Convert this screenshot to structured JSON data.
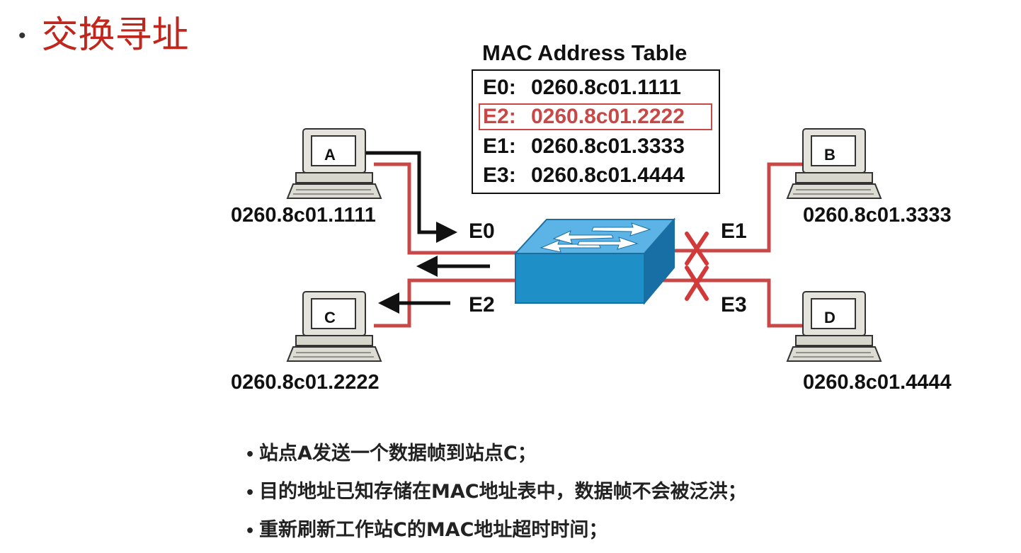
{
  "title": "交换寻址",
  "mac_table": {
    "title": "MAC Address Table",
    "rows": [
      {
        "port": "E0:",
        "mac": "0260.8c01.1111",
        "highlighted": false
      },
      {
        "port": "E2:",
        "mac": "0260.8c01.2222",
        "highlighted": true
      },
      {
        "port": "E1:",
        "mac": "0260.8c01.3333",
        "highlighted": false
      },
      {
        "port": "E3:",
        "mac": "0260.8c01.4444",
        "highlighted": false
      }
    ]
  },
  "stations": {
    "a": {
      "label": "A",
      "mac": "0260.8c01.1111"
    },
    "b": {
      "label": "B",
      "mac": "0260.8c01.3333"
    },
    "c": {
      "label": "C",
      "mac": "0260.8c01.2222"
    },
    "d": {
      "label": "D",
      "mac": "0260.8c01.4444"
    }
  },
  "ports": {
    "e0": "E0",
    "e1": "E1",
    "e2": "E2",
    "e3": "E3"
  },
  "bullets": [
    "站点A发送一个数据帧到站点C；",
    "目的地址已知存储在MAC地址表中，数据帧不会被泛洪；",
    "重新刷新工作站C的MAC地址超时时间；"
  ],
  "colors": {
    "title": "#c0261c",
    "link": "#c84848",
    "switch": "#1f8fc8",
    "blocked": "#d23a3a"
  }
}
